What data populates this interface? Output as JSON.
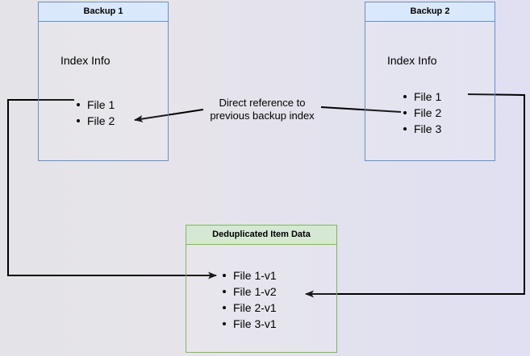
{
  "diagram": {
    "title_hidden": "",
    "colors": {
      "blue_fill": "#dae8fc",
      "blue_stroke": "#6c8ebf",
      "green_fill": "#d5e8d4",
      "green_stroke": "#82b366",
      "edge_stroke": "#000000",
      "background_left": "#e4e3e7",
      "background_right": "#e0e0f2"
    },
    "nodes": {
      "backup1": {
        "title": "Backup 1",
        "subhead": "Index Info",
        "items": [
          "File 1",
          "File 2"
        ]
      },
      "backup2": {
        "title": "Backup 2",
        "subhead": "Index Info",
        "items": [
          "File 1",
          "File 2",
          "File 3"
        ]
      },
      "dedup": {
        "title": "Deduplicated Item Data",
        "items": [
          "File 1-v1",
          "File 1-v2",
          "File 2-v1",
          "File 3-v1"
        ]
      }
    },
    "edges": {
      "direct_reference": {
        "label_line1": "Direct reference to",
        "label_line2": "previous backup index",
        "from": "Backup 2 / File 2",
        "to": "Backup 1 / File 2"
      },
      "backup1_to_dedup": {
        "from": "Backup 1 / File 1",
        "to": "Deduplicated Item Data / File 1-v1"
      },
      "backup2_to_dedup": {
        "from": "Backup 2 / File 1",
        "to": "Deduplicated Item Data / File 1-v2"
      }
    }
  }
}
